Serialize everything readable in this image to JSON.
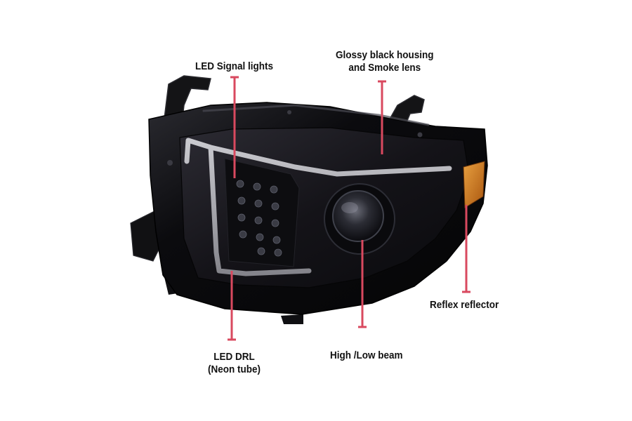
{
  "colors": {
    "background": "#ffffff",
    "label_text": "#111111",
    "leader_line": "#d9495f",
    "housing": "#0b0b0e",
    "lens_smoke": "#18171d",
    "drl_tube": "#b9b9bf",
    "amber_reflector": "#d07a1c"
  },
  "callouts": {
    "led_signal": {
      "text": "LED Signal lights"
    },
    "housing": {
      "line1": "Glossy black housing",
      "line2": "and Smoke lens"
    },
    "reflex": {
      "text": "Reflex reflector"
    },
    "drl": {
      "line1": "LED DRL",
      "line2": "(Neon tube)"
    },
    "beam": {
      "text": "High /Low beam"
    }
  },
  "icons": {
    "product": "headlight-assembly-illustration"
  }
}
